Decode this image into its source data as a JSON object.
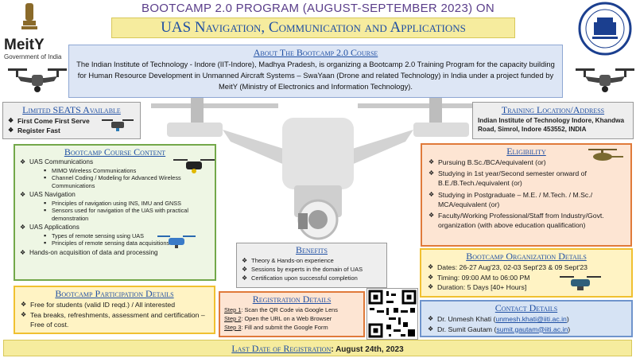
{
  "header": {
    "line1": "BOOTCAMP 2.0 PROGRAM (AUGUST-SEPTEMBER 2023) ON",
    "line2": "UAS Navigation, Communication and Applications"
  },
  "meity": {
    "name": "MeitY",
    "sub": "Government of India"
  },
  "about": {
    "title": "About The Bootcamp 2.0 Course",
    "text": "The Indian Institute of Technology - Indore (IIT-Indore), Madhya Pradesh, is organizing a Bootcamp 2.0 Training Program for the capacity building for Human Resource Development in Unmanned Aircraft Systems – SwaYaan (Drone and related Technology) in India under a project funded by MeitY (Ministry of Electronics and Information Technology)."
  },
  "seats": {
    "title": "Limited SEATS Available",
    "items": [
      "First Come First Serve",
      "Register Fast"
    ]
  },
  "location": {
    "title": "Training Location/Address",
    "text": "Indian Institute of Technology Indore, Khandwa Road, Simrol, Indore 453552, INDIA"
  },
  "content": {
    "title": "Bootcamp Course Content",
    "comm": "UAS Communications",
    "comm_items": [
      "MIMO Wireless Communications",
      "Channel Coding / Modeling for Advanced Wireless Communications"
    ],
    "nav": "UAS Navigation",
    "nav_items": [
      "Principles of navigation using INS, IMU and GNSS",
      "Sensors used for navigation of the UAS with practical demonstration"
    ],
    "apps": "UAS Applications",
    "apps_items": [
      "Types of remote sensing using UAS",
      "Principles of remote sensing data acquisitions"
    ],
    "hands": "Hands-on acquisition of data and processing"
  },
  "eligibility": {
    "title": "Eligibility",
    "items": [
      "Pursuing B.Sc./BCA/equivalent (or)",
      "Studying in 1st year/Second semester onward of B.E./B.Tech./equivalent (or)",
      "Studying in Postgraduate – M.E. / M.Tech. / M.Sc./ MCA/equivalent (or)",
      "Faculty/Working Professional/Staff from Industry/Govt. organization (with above education qualification)"
    ]
  },
  "benefits": {
    "title": "Benefits",
    "items": [
      "Theory & Hands-on experience",
      "Sessions by experts in the domain of UAS",
      "Certification upon successful completion"
    ]
  },
  "org": {
    "title": "Bootcamp Organization Details",
    "items": [
      "Dates: 26-27 Aug'23, 02-03 Sept'23 & 09 Sept'23",
      "Timing: 09:00 AM to 06:00 PM",
      "Duration: 5 Days [40+ Hours]"
    ]
  },
  "participation": {
    "title": "Bootcamp Participation Details",
    "items": [
      "Free for students (valid ID reqd.) / All interested",
      "Tea breaks, refreshments, assessment and certification – Free of cost."
    ]
  },
  "registration": {
    "title": "Registration Details",
    "steps": [
      {
        "label": "Step 1",
        "text": ": Scan the QR Code via Google Lens"
      },
      {
        "label": "Step 2",
        "text": ": Open the URL on a Web Browser"
      },
      {
        "label": "Step 3",
        "text": ": Fill and submit the Google Form"
      }
    ]
  },
  "contact": {
    "title": "Contact Details",
    "items": [
      {
        "name": "Dr. Unmesh Khati (",
        "email": "unmesh.khati@iiti.ac.in",
        "end": ")"
      },
      {
        "name": "Dr. Sumit Gautam (",
        "email": "sumit.gautam@iiti.ac.in",
        "end": ")"
      }
    ]
  },
  "lastdate": {
    "label": "Last Date of Registration",
    "value": ": August 24th, 2023"
  },
  "colors": {
    "title": "#1f4fa3",
    "about_bg": "#dde6f5",
    "green_bg": "#eef6e4",
    "orange_bg": "#fde5d3",
    "yellow_bg": "#fff3c4",
    "blue_bg": "#d6e3f4",
    "gray_bg": "#eeeeee"
  }
}
